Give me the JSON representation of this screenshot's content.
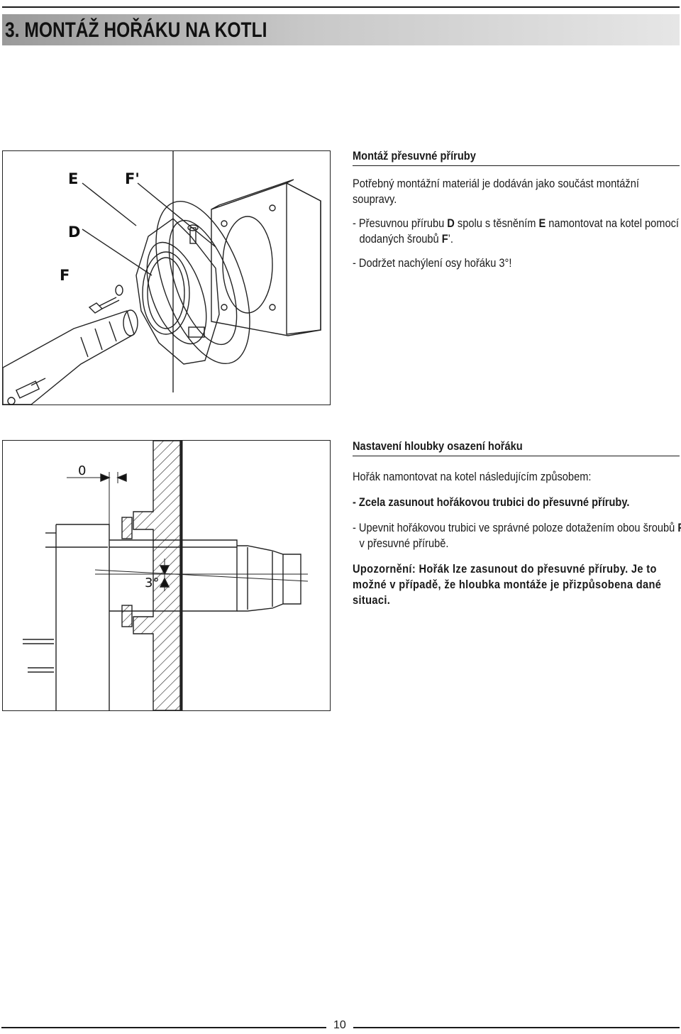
{
  "page": {
    "title": "3. MONTÁŽ HOŘÁKU NA KOTLI",
    "page_number": "10"
  },
  "figure1": {
    "labels": {
      "e": "E",
      "f_prime": "F'",
      "d": "D",
      "f": "F"
    }
  },
  "figure2": {
    "labels": {
      "zero": "0",
      "angle": "3°"
    }
  },
  "section1": {
    "heading": "Montáž přesuvné příruby",
    "p1": "Potřebný montážní materiál je dodáván jako součást montážní soupravy.",
    "p2": {
      "t1": "- Přesuvnou přírubu ",
      "b1": "D",
      "t2": " spolu s těsněním ",
      "b2": "E",
      "t3": " namontovat na kotel pomocí dodaných šroubů  ",
      "b3": "F",
      "t4": "’."
    },
    "p3": "- Dodržet nachýlení osy hořáku 3°!"
  },
  "section2": {
    "heading": "Nastavení hloubky osazení hořáku",
    "p1": "Hořák namontovat na kotel následujícím způsobem:",
    "p2": "- Zcela zasunout hořákovou trubici do přesuvné příruby.",
    "p3": {
      "t1": "- Upevnit hořákovou trubici ve správné poloze dotažením obou šroubů ",
      "b1": "F",
      "t2": " v přesuvné přírubě."
    },
    "p4": "Upozornění: Hořák lze zasunout do přesuvné příruby. Je to možné v případě, že hloubka montáže je přizpůsobena dané situaci."
  }
}
